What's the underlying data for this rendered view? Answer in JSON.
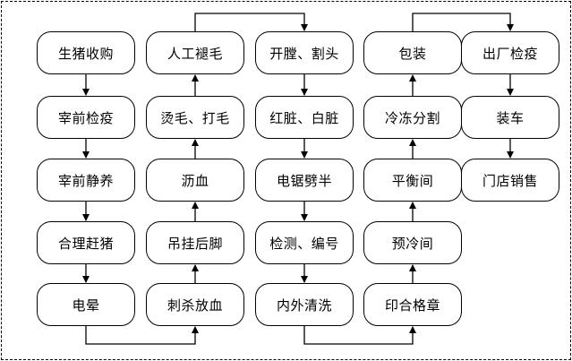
{
  "diagram": {
    "columns": [
      {
        "id": "col1",
        "steps": [
          "生猪收购",
          "宰前检疫",
          "宰前静养",
          "合理赶猪",
          "电晕"
        ]
      },
      {
        "id": "col2",
        "steps": [
          "刺杀放血",
          "吊挂后脚",
          "沥血",
          "烫毛、打毛",
          "人工褪毛"
        ]
      },
      {
        "id": "col3",
        "steps": [
          "开膛、割头",
          "红脏、白脏",
          "电锯劈半",
          "检测、编号",
          "内外清洗"
        ]
      },
      {
        "id": "col4",
        "steps": [
          "印合格章",
          "预冷间",
          "平衡间",
          "冷冻分割",
          "包装"
        ]
      },
      {
        "id": "col5",
        "steps": [
          "出厂检疫",
          "装车",
          "门店销售"
        ]
      }
    ],
    "edges": [
      [
        "生猪收购",
        "宰前检疫"
      ],
      [
        "宰前检疫",
        "宰前静养"
      ],
      [
        "宰前静养",
        "合理赶猪"
      ],
      [
        "合理赶猪",
        "电晕"
      ],
      [
        "电晕",
        "刺杀放血"
      ],
      [
        "刺杀放血",
        "吊挂后脚"
      ],
      [
        "吊挂后脚",
        "沥血"
      ],
      [
        "沥血",
        "烫毛、打毛"
      ],
      [
        "烫毛、打毛",
        "人工褪毛"
      ],
      [
        "人工褪毛",
        "开膛、割头"
      ],
      [
        "开膛、割头",
        "红脏、白脏"
      ],
      [
        "红脏、白脏",
        "电锯劈半"
      ],
      [
        "电锯劈半",
        "检测、编号"
      ],
      [
        "检测、编号",
        "内外清洗"
      ],
      [
        "内外清洗",
        "印合格章"
      ],
      [
        "印合格章",
        "预冷间"
      ],
      [
        "预冷间",
        "平衡间"
      ],
      [
        "平衡间",
        "冷冻分割"
      ],
      [
        "冷冻分割",
        "包装"
      ],
      [
        "包装",
        "出厂检疫"
      ],
      [
        "出厂检疫",
        "装车"
      ],
      [
        "装车",
        "门店销售"
      ]
    ]
  }
}
